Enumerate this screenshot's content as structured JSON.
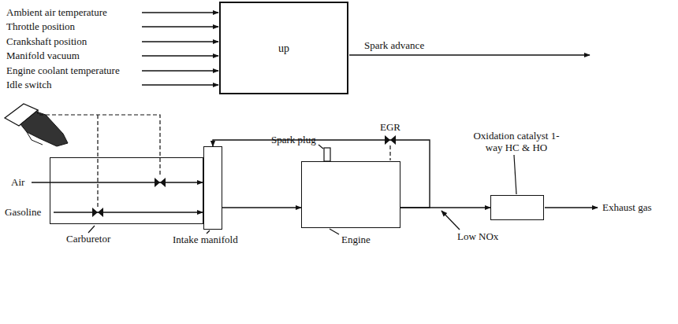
{
  "diagram": {
    "nodes": [
      {
        "text": [
          "up"
        ]
      },
      {
        "text": [
          "Carburetor"
        ]
      },
      {
        "text": [
          "Intake manifold"
        ]
      },
      {
        "text": [
          "Engine"
        ]
      },
      {
        "text": [
          "Oxidation catalyst 1-way HC & HO"
        ]
      }
    ],
    "edges": [
      {
        "from": 2,
        "to": 3,
        "arrow": "to"
      },
      {
        "from": 3,
        "to": 4,
        "arrow": "to"
      },
      {
        "from": 3,
        "to": 2,
        "label": "EGR",
        "arrow": "to"
      }
    ],
    "labels": [
      "Ambient air temperature",
      "Throttle position",
      "Crankshaft position",
      "Manifold vacuum",
      "Engine coolant temperature",
      "Idle switch",
      "Spark advance",
      "Air",
      "Gasoline",
      "Spark plug",
      "Low NOx",
      "Exhaust gas"
    ]
  }
}
